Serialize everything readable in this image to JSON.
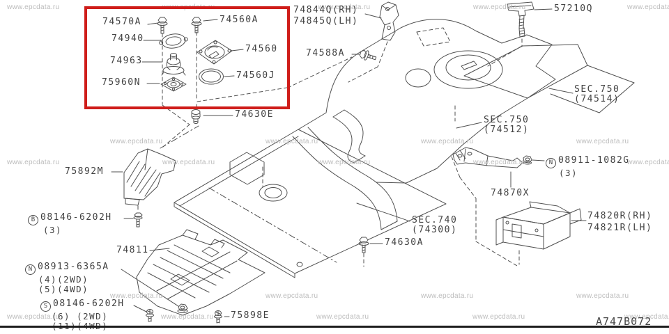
{
  "diagram": {
    "code": "A747B072",
    "watermark_text": "www.epcdata.ru",
    "highlight_color": "#cf1d1a",
    "line_color": "#4f4f4f"
  },
  "callouts": {
    "p74570A": "74570A",
    "p74940": "74940",
    "p74963": "74963",
    "p75960N": "75960N",
    "p74560A": "74560A",
    "p74560": "74560",
    "p74560J": "74560J",
    "p74630E": "74630E",
    "p74844Q": "74844Q(RH)",
    "p74845Q": "74845Q(LH)",
    "p74588A": "74588A",
    "p57210Q": "57210Q",
    "sec750a_line1": "SEC.750",
    "sec750a_line2": "(74514)",
    "sec750b_line1": "SEC.750",
    "sec750b_line2": "(74512)",
    "n08911_letter": "N",
    "n08911": "08911-1082G",
    "n08911_qty": "(3)",
    "p74870X": "74870X",
    "p74820R": "74820R(RH)",
    "p74821R": "74821R(LH)",
    "p75892M": "75892M",
    "b08146_letter": "B",
    "b08146": "08146-6202H",
    "b08146_qty": "(3)",
    "p74811": "74811",
    "n08913_letter": "N",
    "n08913": "08913-6365A",
    "n08913_qty1": "(4)(2WD)",
    "n08913_qty2": "(5)(4WD)",
    "s08146_letter": "S",
    "s08146": "08146-6202H",
    "s08146_qty1": "(6) (2WD)",
    "s08146_qty2": "(11)(4WD)",
    "p75898E": "75898E",
    "sec740_line1": "SEC.740",
    "sec740_line2": "(74300)",
    "p74630A": "74630A"
  }
}
